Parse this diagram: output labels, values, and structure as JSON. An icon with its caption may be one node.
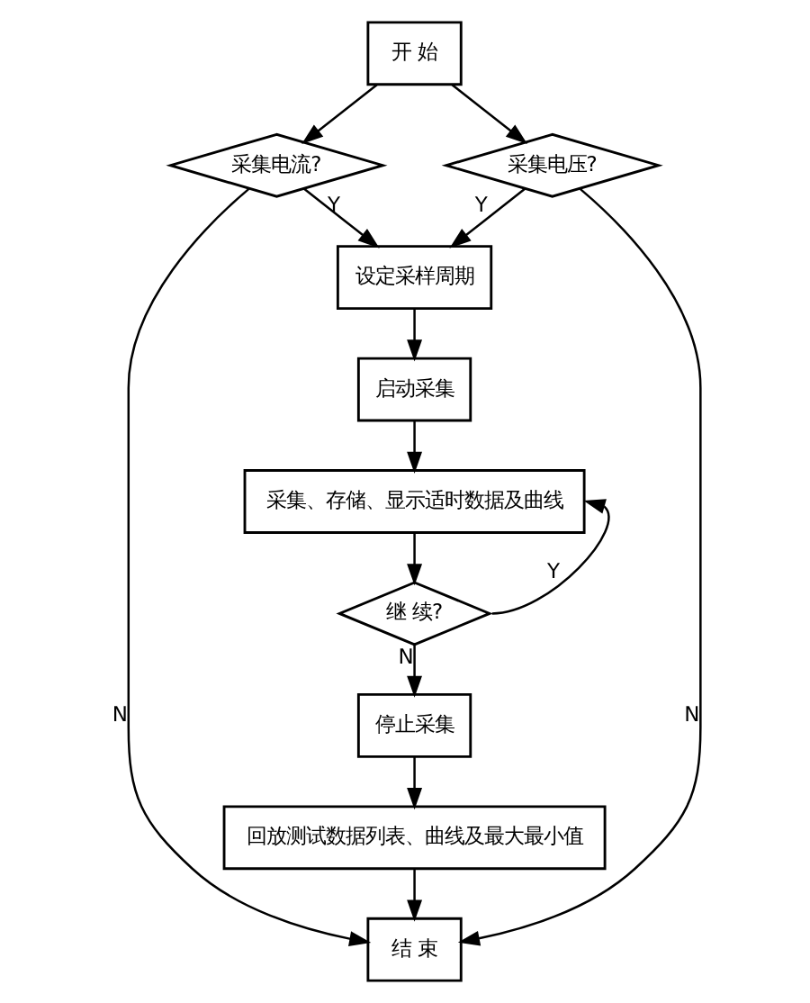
{
  "diagram": {
    "nodes": [
      {
        "text": [
          "开 始"
        ]
      },
      {
        "text": [
          "采集电流?"
        ]
      },
      {
        "text": [
          "采集电压?"
        ]
      },
      {
        "text": [
          "设定采样周期"
        ]
      },
      {
        "text": [
          "启动采集"
        ]
      },
      {
        "text": [
          "采集、存储、显示适时数据及曲线"
        ]
      },
      {
        "text": [
          "继 续?"
        ]
      },
      {
        "text": [
          "停止采集"
        ]
      },
      {
        "text": [
          "回放测试数据列表、曲线及最大最小值"
        ]
      },
      {
        "text": [
          "结 束"
        ]
      }
    ],
    "edges": [
      {
        "from": 0,
        "to": 1,
        "arrow": "to"
      },
      {
        "from": 0,
        "to": 2,
        "arrow": "to"
      },
      {
        "from": 1,
        "to": 3,
        "arrow": "to",
        "label": "Y"
      },
      {
        "from": 2,
        "to": 3,
        "arrow": "to",
        "label": "Y"
      },
      {
        "from": 1,
        "to": 9,
        "arrow": "to",
        "label": "N"
      },
      {
        "from": 2,
        "to": 9,
        "arrow": "to",
        "label": "N"
      },
      {
        "from": 3,
        "to": 4,
        "arrow": "to"
      },
      {
        "from": 4,
        "to": 5,
        "arrow": "to"
      },
      {
        "from": 5,
        "to": 6,
        "arrow": "to"
      },
      {
        "from": 6,
        "to": 5,
        "arrow": "to",
        "label": "Y"
      },
      {
        "from": 6,
        "to": 7,
        "arrow": "to",
        "label": "N"
      },
      {
        "from": 7,
        "to": 8,
        "arrow": "to"
      },
      {
        "from": 8,
        "to": 9,
        "arrow": "to"
      }
    ]
  }
}
